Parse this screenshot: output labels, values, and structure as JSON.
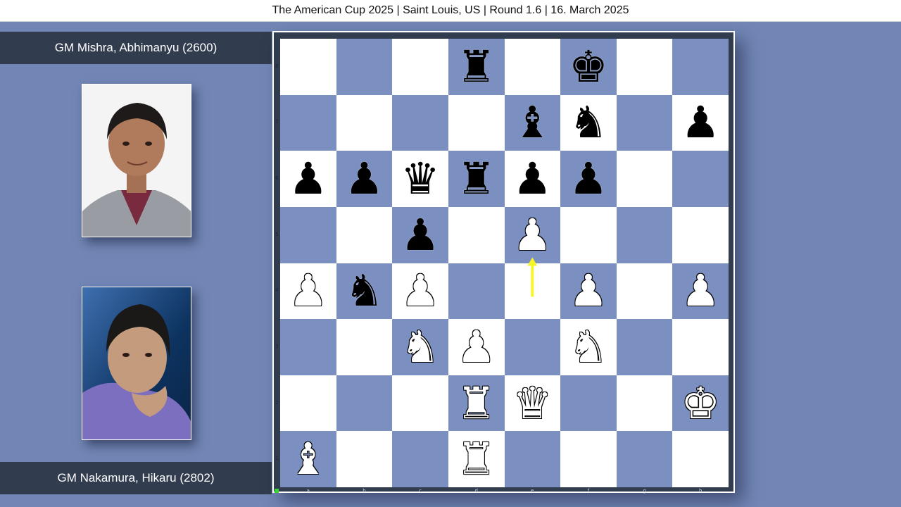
{
  "header": {
    "title": "The American Cup 2025 | Saint Louis, US | Round 1.6 | 16. March 2025"
  },
  "players": {
    "top": {
      "name": "GM Mishra, Abhimanyu (2600)"
    },
    "bottom": {
      "name": "GM Nakamura, Hikaru (2802)"
    }
  },
  "board": {
    "light_color": "#ffffff",
    "dark_color": "#7b90c0",
    "files": [
      "a",
      "b",
      "c",
      "d",
      "e",
      "f",
      "g",
      "h"
    ],
    "ranks": [
      "8",
      "7",
      "6",
      "5",
      "4",
      "3",
      "2",
      "1"
    ],
    "pieces": [
      {
        "square": "d8",
        "color": "b",
        "type": "rook",
        "glyph": "♜"
      },
      {
        "square": "f8",
        "color": "b",
        "type": "king",
        "glyph": "♚"
      },
      {
        "square": "e7",
        "color": "b",
        "type": "bishop",
        "glyph": "♝"
      },
      {
        "square": "f7",
        "color": "b",
        "type": "knight",
        "glyph": "♞"
      },
      {
        "square": "h7",
        "color": "b",
        "type": "pawn",
        "glyph": "♟"
      },
      {
        "square": "a6",
        "color": "b",
        "type": "pawn",
        "glyph": "♟"
      },
      {
        "square": "b6",
        "color": "b",
        "type": "pawn",
        "glyph": "♟"
      },
      {
        "square": "c6",
        "color": "b",
        "type": "queen",
        "glyph": "♛"
      },
      {
        "square": "d6",
        "color": "b",
        "type": "rook",
        "glyph": "♜"
      },
      {
        "square": "e6",
        "color": "b",
        "type": "pawn",
        "glyph": "♟"
      },
      {
        "square": "f6",
        "color": "b",
        "type": "pawn",
        "glyph": "♟"
      },
      {
        "square": "c5",
        "color": "b",
        "type": "pawn",
        "glyph": "♟"
      },
      {
        "square": "e5",
        "color": "w",
        "type": "pawn",
        "glyph": "♟"
      },
      {
        "square": "a4",
        "color": "w",
        "type": "pawn",
        "glyph": "♟"
      },
      {
        "square": "b4",
        "color": "b",
        "type": "knight",
        "glyph": "♞"
      },
      {
        "square": "c4",
        "color": "w",
        "type": "pawn",
        "glyph": "♟"
      },
      {
        "square": "f4",
        "color": "w",
        "type": "pawn",
        "glyph": "♟"
      },
      {
        "square": "h4",
        "color": "w",
        "type": "pawn",
        "glyph": "♟"
      },
      {
        "square": "c3",
        "color": "w",
        "type": "knight",
        "glyph": "♞"
      },
      {
        "square": "d3",
        "color": "w",
        "type": "pawn",
        "glyph": "♟"
      },
      {
        "square": "f3",
        "color": "w",
        "type": "knight",
        "glyph": "♞"
      },
      {
        "square": "d2",
        "color": "w",
        "type": "rook",
        "glyph": "♜"
      },
      {
        "square": "e2",
        "color": "w",
        "type": "queen",
        "glyph": "♛"
      },
      {
        "square": "h2",
        "color": "w",
        "type": "king",
        "glyph": "♚"
      },
      {
        "square": "a1",
        "color": "w",
        "type": "bishop",
        "glyph": "♝"
      },
      {
        "square": "d1",
        "color": "w",
        "type": "rook",
        "glyph": "♜"
      }
    ],
    "arrow": {
      "from": "e4",
      "to": "e5",
      "color": "#f5f52a"
    }
  }
}
